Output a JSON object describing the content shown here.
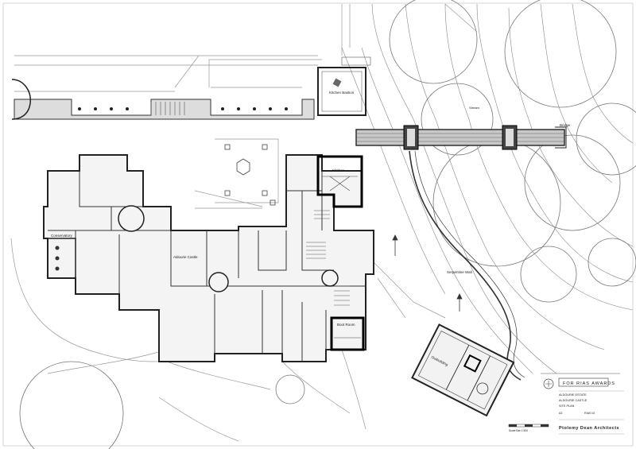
{
  "labels": {
    "kitchen_bastion": "Kitchen Bastion",
    "kitchen": "Kitchen",
    "stream": "Stream",
    "bridge": "Bridge",
    "conservatory": "Conservatory",
    "castle": "Aldourie Castle",
    "serpentine_wall": "Serpentine Wall",
    "boot_room": "Boot Room",
    "outbuilding": "Outbuilding"
  },
  "title_block": {
    "award_banner": "FOR RIAS AWARDS",
    "line1": "ALDOURIE ESTATE",
    "line2": "ALDOURIE CASTLE",
    "line3": "SITE PLAN",
    "drawing_size": "A3",
    "drawing_no": "RIAS 02",
    "scale": "Scale Bar 1:500",
    "firm": "Ptolemy Dean Architects"
  }
}
